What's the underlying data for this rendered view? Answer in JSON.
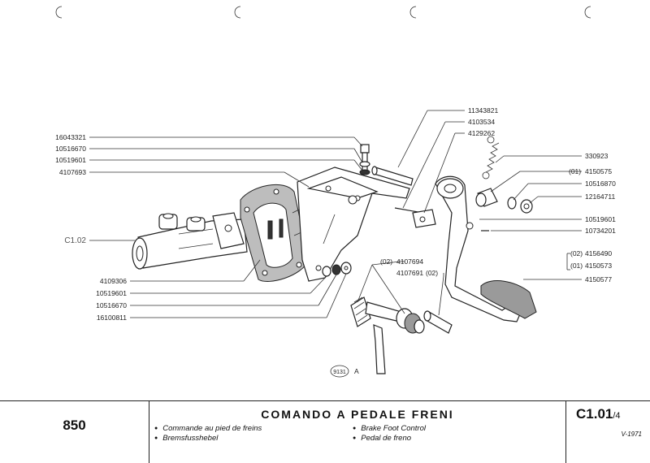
{
  "parts": {
    "p16043321": "16043321",
    "p10516670a": "10516670",
    "p10519601a": "10519601",
    "p4107693": "4107693",
    "p11343821": "11343821",
    "p4103534": "4103534",
    "p4129262": "4129262",
    "p330923": "330923",
    "p4150575": "4150575",
    "p10516870": "10516870",
    "p12164711": "12164711",
    "p10519601b": "10519601",
    "p10734201": "10734201",
    "p4156490": "4156490",
    "p4150573": "4150573",
    "p4150577": "4150577",
    "p4107694": "4107694",
    "p4107691": "4107691",
    "p4109306": "4109306",
    "p10519601c": "10519601",
    "p10516670b": "10516670",
    "p16100811": "16100811"
  },
  "variants": {
    "v01a": "(01)",
    "v02a": "(02)",
    "v01b": "(01)",
    "v02b": "(02)",
    "v02c": "(02)"
  },
  "cross_ref": "C1.02",
  "figure_code": "9131",
  "figure_suffix": "A",
  "footer": {
    "model": "850",
    "title": "COMANDO A PEDALE FRENI",
    "fr": "Commande au pied de freins",
    "de": "Bremsfusshebel",
    "en": "Brake Foot Control",
    "es": "Pedal de freno",
    "ref": "C1.01",
    "ref_suffix": "/4",
    "date": "V-1971"
  }
}
